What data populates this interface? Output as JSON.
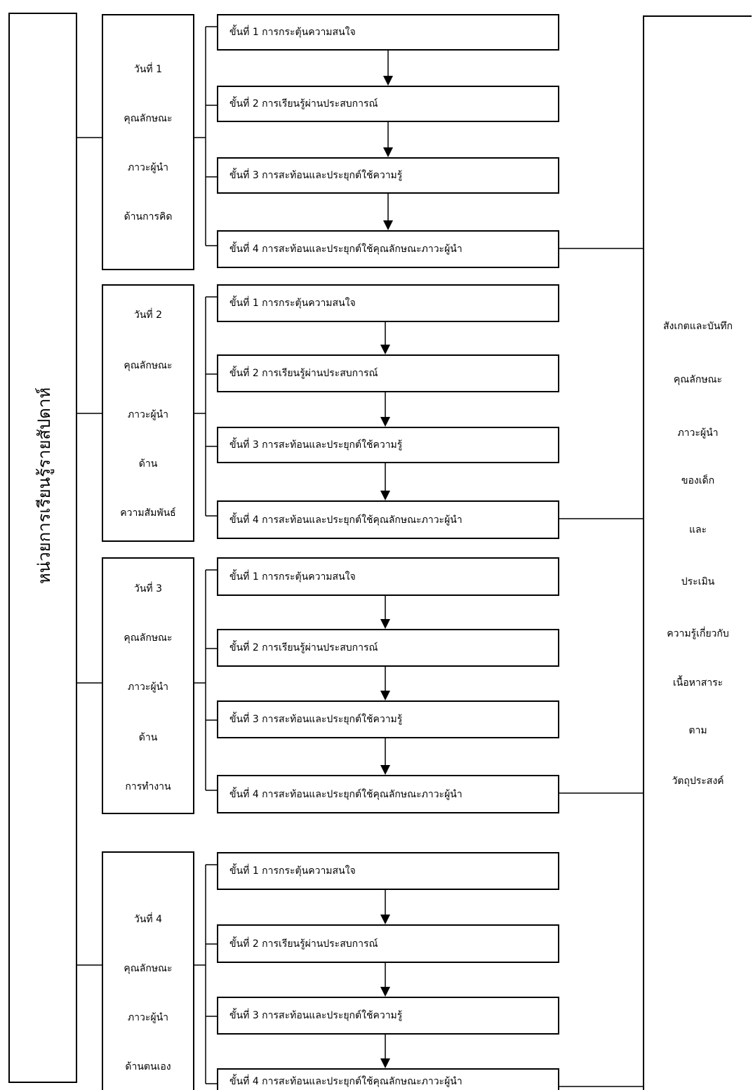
{
  "unit_label": "หน่วยการเรียนรู้รายสัปดาห์",
  "days": [
    {
      "lines": [
        "วันที่ 1",
        "คุณลักษณะ",
        "ภาวะผู้นำ",
        "ด้านการคิด"
      ],
      "steps": [
        "ขั้นที่ 1 การกระตุ้นความสนใจ",
        "ขั้นที่ 2 การเรียนรู้ผ่านประสบการณ์",
        "ขั้นที่ 3 การสะท้อนและประยุกต์ใช้ความรู้",
        "ขั้นที่ 4 การสะท้อนและประยุกต์ใช้คุณลักษณะภาวะผู้นำ"
      ]
    },
    {
      "lines": [
        "วันที่ 2",
        "คุณลักษณะ",
        "ภาวะผู้นำ",
        "ด้าน",
        "ความสัมพันธ์"
      ],
      "steps": [
        "ขั้นที่ 1 การกระตุ้นความสนใจ",
        "ขั้นที่ 2 การเรียนรู้ผ่านประสบการณ์",
        "ขั้นที่ 3 การสะท้อนและประยุกต์ใช้ความรู้",
        "ขั้นที่ 4 การสะท้อนและประยุกต์ใช้คุณลักษณะภาวะผู้นำ"
      ]
    },
    {
      "lines": [
        "วันที่ 3",
        "คุณลักษณะ",
        "ภาวะผู้นำ",
        "ด้าน",
        "การทำงาน"
      ],
      "steps": [
        "ขั้นที่ 1 การกระตุ้นความสนใจ",
        "ขั้นที่ 2 การเรียนรู้ผ่านประสบการณ์",
        "ขั้นที่ 3 การสะท้อนและประยุกต์ใช้ความรู้",
        "ขั้นที่ 4 การสะท้อนและประยุกต์ใช้คุณลักษณะภาวะผู้นำ"
      ]
    },
    {
      "lines": [
        "วันที่ 4",
        "คุณลักษณะ",
        "ภาวะผู้นำ",
        "ด้านตนเอง"
      ],
      "steps": [
        "ขั้นที่ 1 การกระตุ้นความสนใจ",
        "ขั้นที่ 2 การเรียนรู้ผ่านประสบการณ์",
        "ขั้นที่ 3 การสะท้อนและประยุกต์ใช้ความรู้",
        "ขั้นที่ 4 การสะท้อนและประยุกต์ใช้คุณลักษณะภาวะผู้นำ"
      ]
    }
  ],
  "observation_lines": [
    "สังเกตและบันทึก",
    "คุณลักษณะ",
    "ภาวะผู้นำ",
    "ของเด็ก",
    "และ",
    "ประเมิน",
    "ความรู้เกี่ยวกับ",
    "เนื้อหาสาระ",
    "ตาม",
    "วัตถุประสงค์"
  ]
}
